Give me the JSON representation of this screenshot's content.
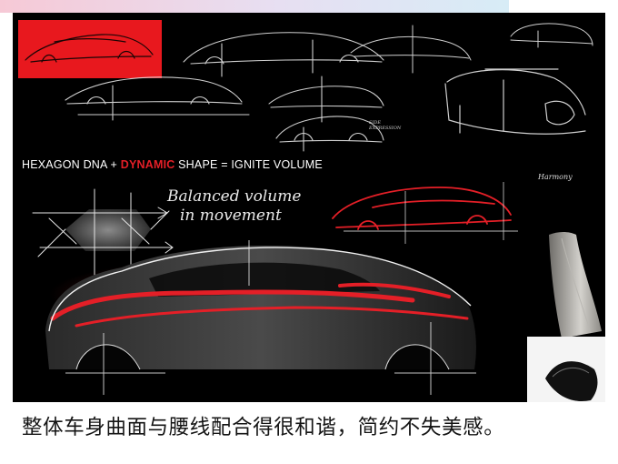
{
  "headline": {
    "prefix": "HEXAGON DNA + ",
    "highlight": "DYNAMIC",
    "suffix": " SHAPE = IGNITE VOLUME"
  },
  "notes": {
    "line1": "Balanced volume",
    "line2": "in movement",
    "harmony": "Harmony",
    "side_top": "SIDE",
    "side_bottom": "EXPRESSION"
  },
  "caption": "整体车身曲面与腰线配合得很和谐，简约不失美感。",
  "colors": {
    "accent_red": "#e41f27",
    "sketch_white": "#e6e6e6",
    "background": "#000000"
  }
}
